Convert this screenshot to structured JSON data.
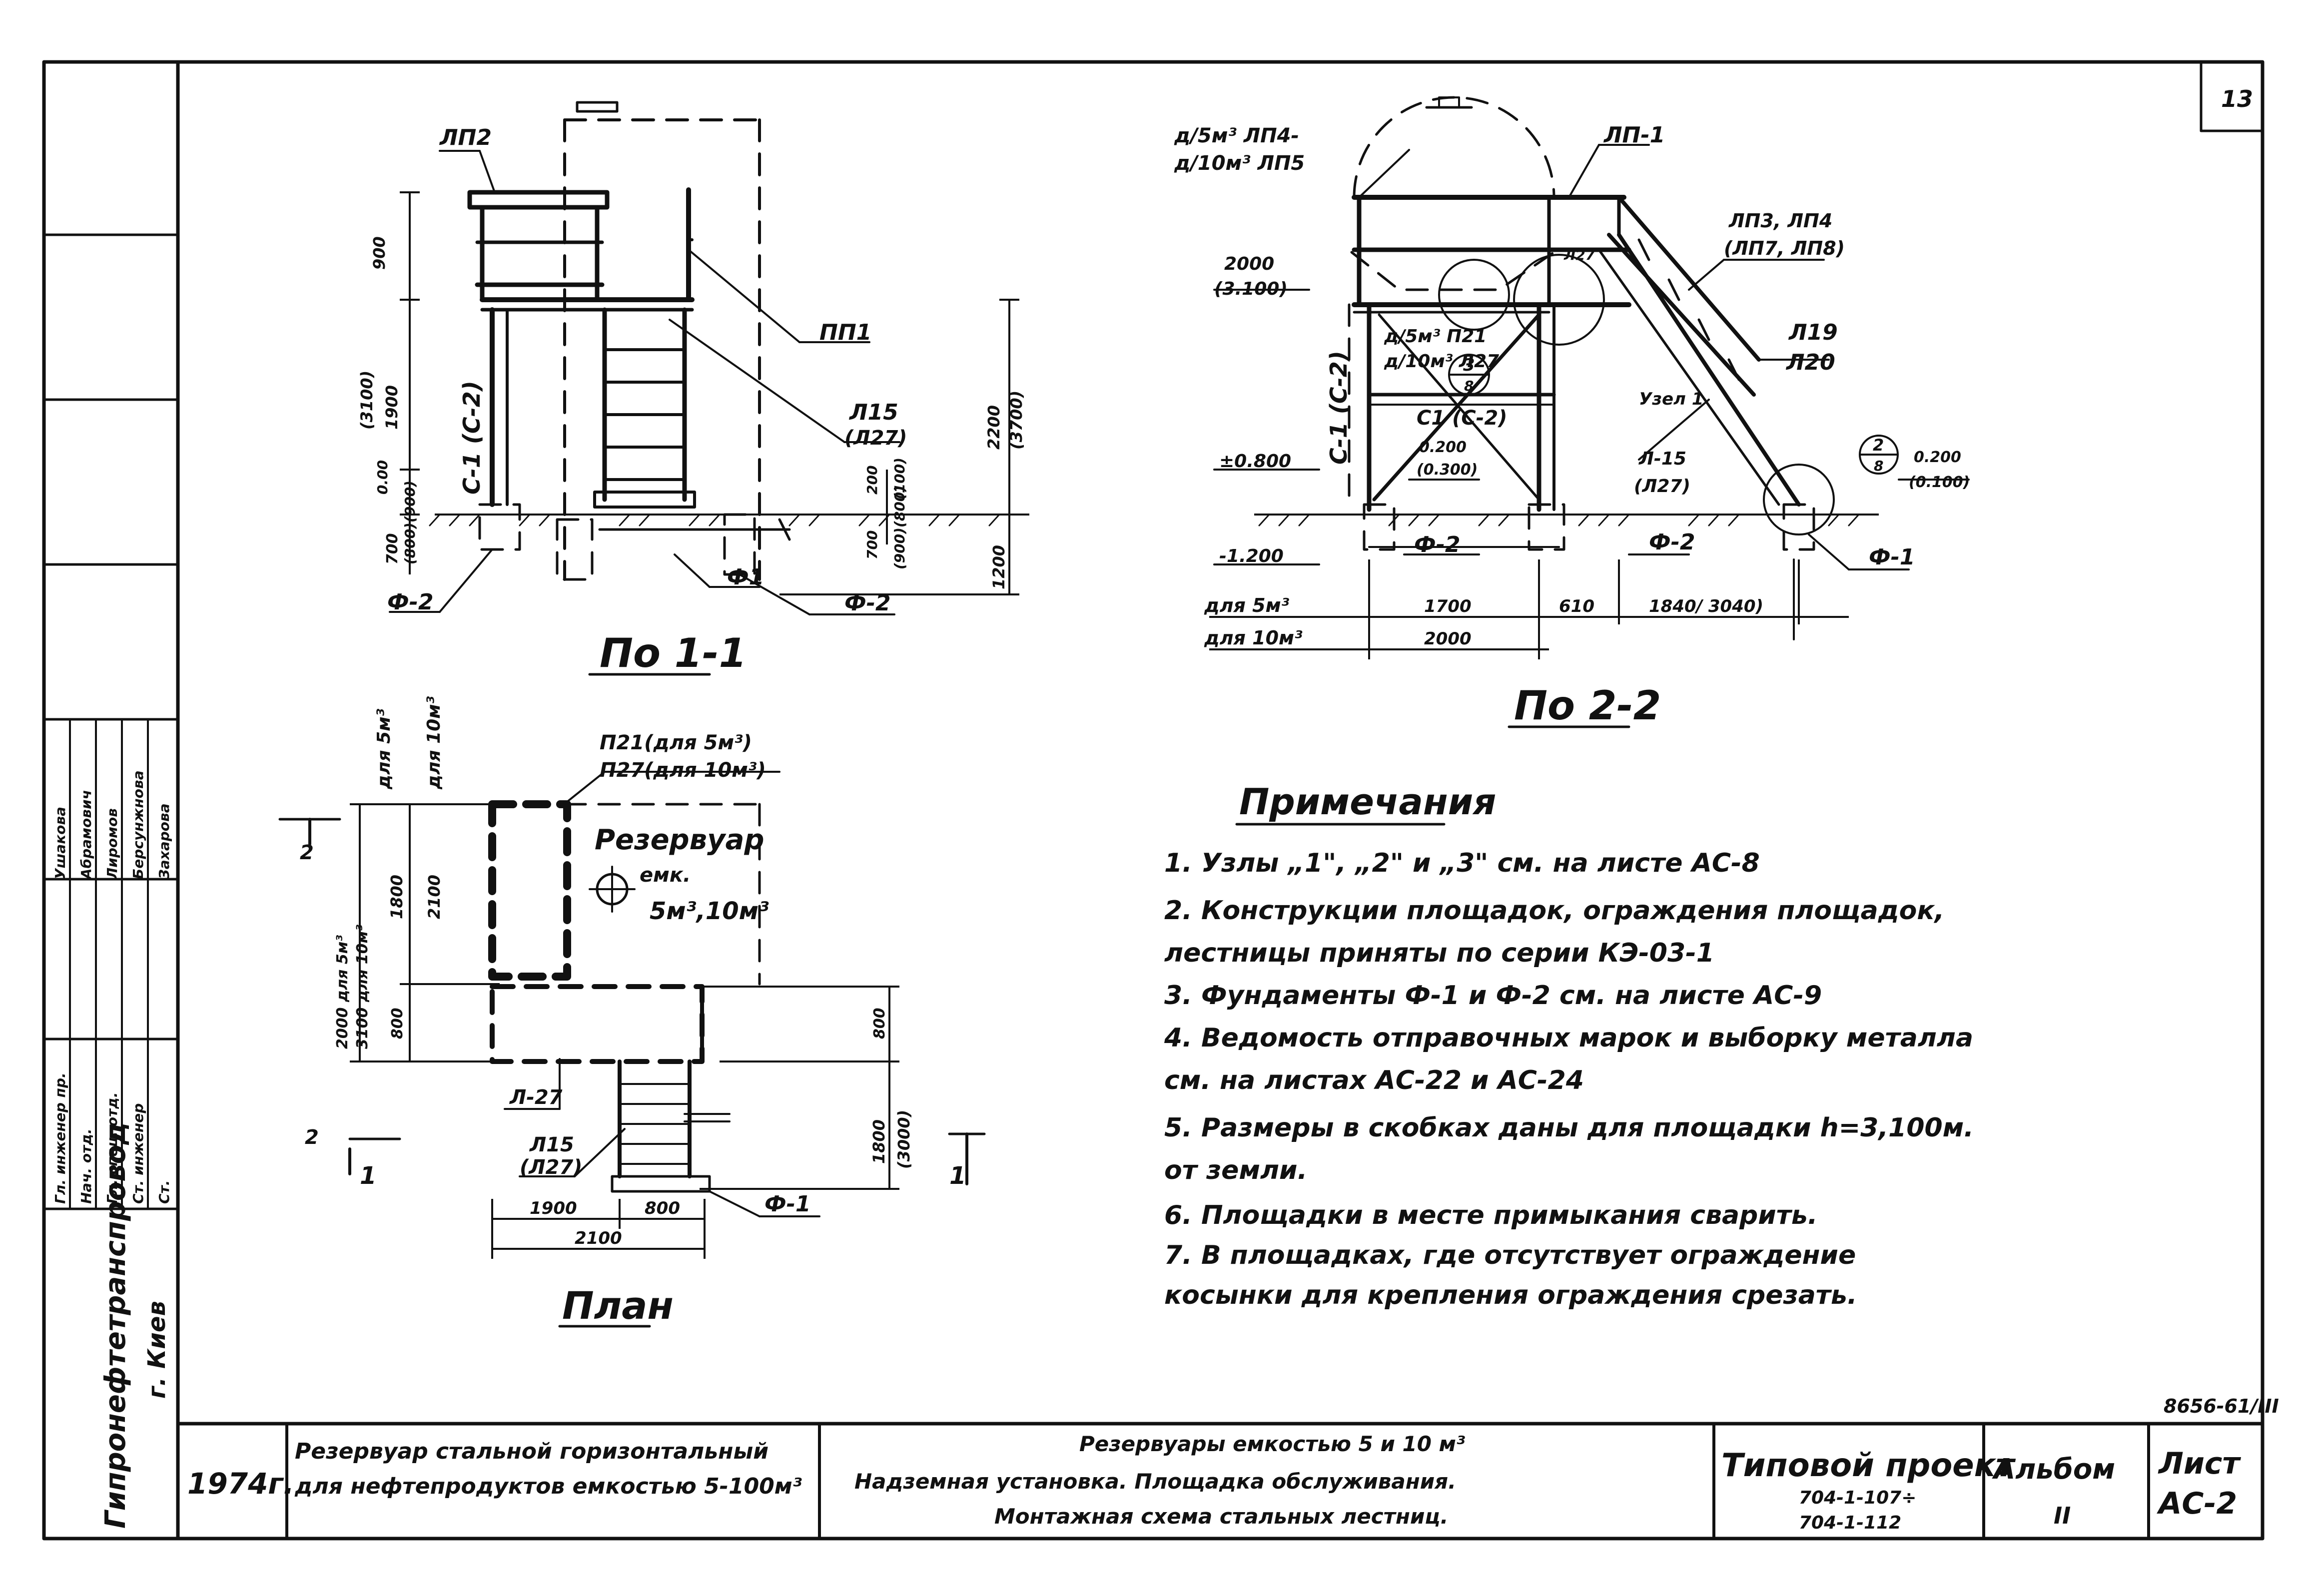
{
  "sheet_number": "13",
  "archive_code": "8656-61/III",
  "side_stamp": {
    "institute": "Гипронефтетранспровод",
    "city": "г. Киев",
    "staff": [
      {
        "role": "Гл. инженер пр.",
        "signature": "",
        "name": "Ушакова"
      },
      {
        "role": "Нач. отд.",
        "signature": "",
        "name": "Абрамович"
      },
      {
        "role": "Гл. спец. отд.",
        "signature": "",
        "name": "Лиромов"
      },
      {
        "role": "Ст. инженер",
        "signature": "",
        "name": "Берсунжнова"
      },
      {
        "role": "Ст.",
        "signature": "",
        "name": "Захарова"
      }
    ]
  },
  "view1": {
    "title": "По 1-1",
    "labels": {
      "pl2": "ЛП2",
      "pl1": "ПП1",
      "l15": "Л15",
      "l27": "(Л27)",
      "column": "С-1 (С-2)",
      "f1": "Ф1",
      "f2_left": "Ф-2",
      "f2_right": "Ф-2"
    },
    "dims": {
      "top": "900",
      "mid": "1900",
      "mid_alt": "(3100)",
      "base": "700",
      "base_alt": "(800)(900)",
      "lvl_small": "200",
      "lvl_small_alt": "(100)",
      "below": "700",
      "below_alt": "(900)(800)",
      "right_total": "2200",
      "right_total_alt": "(3700)",
      "right_below": "1200",
      "left_zero": "0.00"
    }
  },
  "view2": {
    "title": "По 2-2",
    "labels": {
      "top_left_1": "д/5м³ ЛП4-",
      "top_left_2": "д/10м³ ЛП5",
      "pl1": "ЛП-1",
      "stairs_1": "ЛП3, ЛП4",
      "stairs_2": "(ЛП7, ЛП8)",
      "l19": "Л19",
      "l20": "Л20",
      "l15": "Л-15",
      "l27": "(Л27)",
      "node1": "Узел 1",
      "p21_1": "д/5м³ П21",
      "p21_2": "д/10м³ Л27",
      "c1": "С1 (С-2)",
      "column": "С-1 (С-2)",
      "f1": "Ф-1",
      "f2a": "Ф-2",
      "f2b": "Ф-2",
      "bubble3_top": "3",
      "bubble3_bot": "8",
      "bubble2_top": "2",
      "bubble2_bot": "8",
      "pl_small": "Л27"
    },
    "levels": {
      "l2000": "2000",
      "l3100": "(3.100)",
      "l0800": "±0.800",
      "l1200": "-1.200",
      "c200": "0.200",
      "c300": "(0.300)",
      "r200": "0.200",
      "r100": "(0.100)"
    },
    "dims": {
      "row1_label": "для 5м³",
      "row2_label": "для 10м³",
      "d1700": "1700",
      "d610": "610",
      "d1840": "1840/ 3040)",
      "d2000": "2000"
    }
  },
  "plan": {
    "title": "План",
    "labels": {
      "p21": "П21(для 5м³)",
      "p27": "П27(для 10м³)",
      "tank1": "Резервуар",
      "tank2": "емк.",
      "tank3": "5м³,10м³",
      "l27": "Л-27",
      "l15": "Л15",
      "l15b": "(Л27)",
      "f1": "Ф-1",
      "cut2": "2",
      "cut1": "1",
      "cut2b": "2",
      "cut1b": "1"
    },
    "dims": {
      "top_5": "для 5м³",
      "top_10": "для 10м³",
      "left_a": "2000 для 5м³",
      "left_b": "3100 для 10м³",
      "d1800": "1800",
      "d2100_v": "2100",
      "d800_l": "800",
      "d800_r": "800",
      "d1800r": "1800",
      "d3000r": "(3000)",
      "d1900": "1900",
      "d800": "800",
      "d2100": "2100"
    }
  },
  "notes": {
    "heading": "Примечания",
    "items": [
      "1. Узлы „1\", „2\" и „3\" см. на листе АС-8",
      "2. Конструкции площадок, ограждения площадок,",
      "    лестницы приняты по серии КЭ-03-1",
      "3. Фундаменты Ф-1 и Ф-2 см. на листе АС-9",
      "4. Ведомость отправочных марок и выборку металла",
      "    см. на листах АС-22 и АС-24",
      "5. Размеры в скобках даны для площадки h=3,100м.",
      "    от земли.",
      "6. Площадки в месте примыкания сварить.",
      "7. В площадках, где отсутствует ограждение",
      "    косынки для крепления ограждения срезать."
    ]
  },
  "title_block": {
    "year": "1974г.",
    "object_1": "Резервуар стальной горизонтальный",
    "object_2": "для нефтепродуктов емкостью 5-100м³",
    "sheet_title_1": "Резервуары емкостью 5 и 10 м³",
    "sheet_title_2": "Надземная установка. Площадка обслуживания.",
    "sheet_title_3": "Монтажная схема стальных лестниц.",
    "project_type": "Типовой проект",
    "project_no_1": "704-1-107÷",
    "project_no_2": "704-1-112",
    "album_label": "Альбом",
    "album_value": "II",
    "sheet_label": "Лист",
    "sheet_value": "АС-2"
  }
}
